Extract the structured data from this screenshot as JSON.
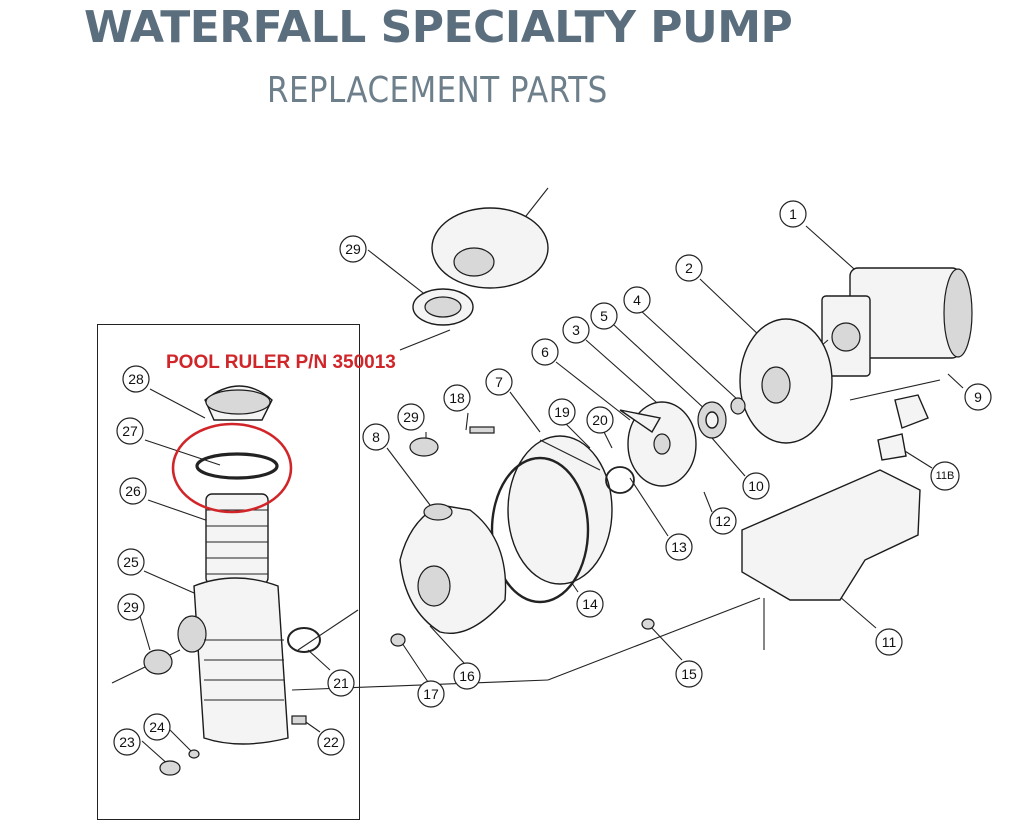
{
  "header": {
    "title": "WATERFALL SPECIALTY PUMP",
    "subtitle": "REPLACEMENT PARTS"
  },
  "inset": {
    "label": "POOL RULER P/N 350013"
  },
  "callouts": [
    "1",
    "2",
    "3",
    "4",
    "5",
    "6",
    "7",
    "8",
    "9",
    "10",
    "11",
    "11B",
    "12",
    "13",
    "14",
    "15",
    "16",
    "17",
    "18",
    "19",
    "20",
    "21",
    "22",
    "23",
    "24",
    "25",
    "26",
    "27",
    "28",
    "29",
    "29",
    "29"
  ],
  "colors": {
    "title": "#5a6e7e",
    "subtitle": "#6e7f8c",
    "highlight": "#d0262a"
  }
}
